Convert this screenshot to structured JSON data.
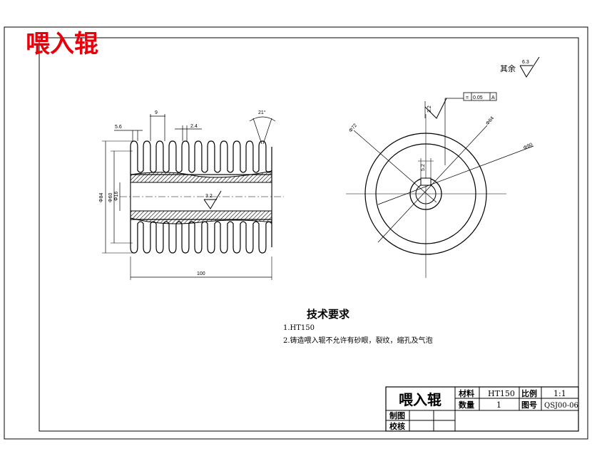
{
  "banner_title": "喂入辊",
  "surface_finish": {
    "label": "其余",
    "value": "6.3"
  },
  "front_view": {
    "dims": {
      "d_5_6": "5.6",
      "d_9": "9",
      "d_2_4": "2.4",
      "angle_21": "21°",
      "width_100": "100",
      "phi_outer": "Φ84",
      "phi_mid": "Φ60",
      "phi_bore": "Φ16"
    },
    "roughness_bore": "3.2"
  },
  "side_view": {
    "dims": {
      "phi_left": "Φ72",
      "phi_right_top": "Φ84",
      "phi_right": "Φ90",
      "keyway": "5.2"
    },
    "tolerance": {
      "symbol": "=",
      "value": "0.05",
      "datum": "A"
    },
    "roughness_key": "3.2"
  },
  "tech_requirements": {
    "title": "技术要求",
    "items": [
      "1.HT150",
      "2.铸造喂入辊不允许有砂眼，裂纹，缩孔及气泡"
    ]
  },
  "title_block": {
    "part_name": "喂入辊",
    "material_label": "材料",
    "material_value": "HT150",
    "scale_label": "比例",
    "scale_value": "1:1",
    "quantity_label": "数量",
    "quantity_value": "1",
    "drawing_no_label": "图号",
    "drawing_no_value": "QSJ00-06",
    "drawn_label": "制图",
    "checked_label": "校核"
  }
}
